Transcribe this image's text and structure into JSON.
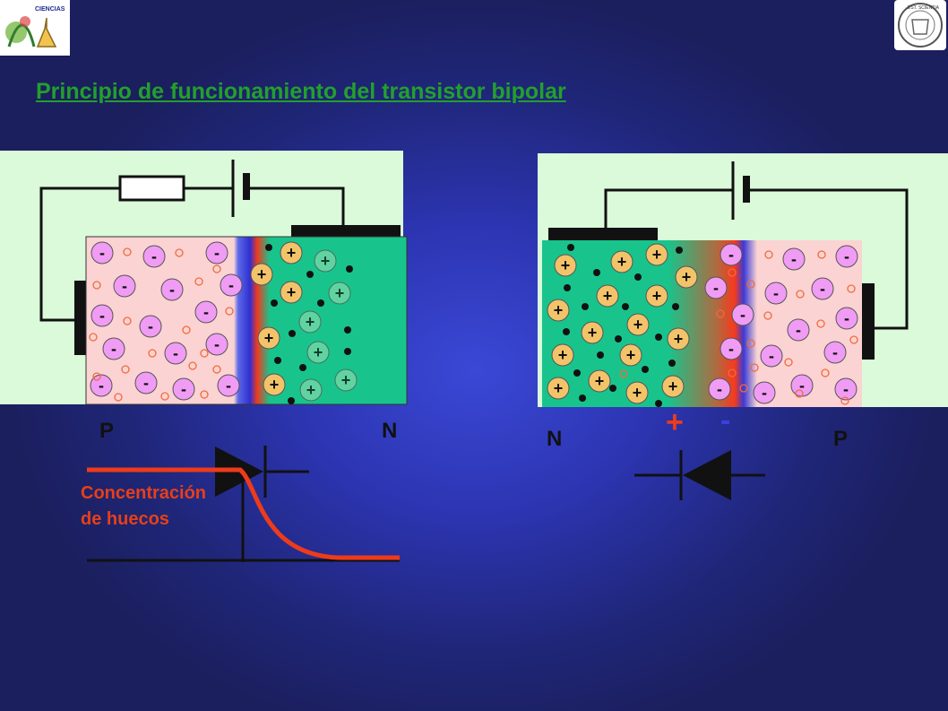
{
  "title": "Principio de funcionamiento del transistor bipolar",
  "logo_left_text": "CIENCIAS",
  "logo_right_text": "EST. SCIENTIA",
  "left_diagram": {
    "label_p": "P",
    "label_n": "N",
    "graph_label_line1": "Concentración",
    "graph_label_line2": "de huecos",
    "acceptor_sign": "-",
    "donor_sign": "+"
  },
  "right_diagram": {
    "label_n": "N",
    "label_p": "P",
    "junction_plus": "+",
    "junction_minus": "-"
  },
  "colors": {
    "title": "#22a02c",
    "p_region": "#fbd3d3",
    "n_region": "#15c288",
    "panel": "#dafad9",
    "ion_negative": "#f09cf5",
    "ion_positive": "#f3c36a",
    "hole": "#f36a3a",
    "curve": "#ee3b1a"
  }
}
